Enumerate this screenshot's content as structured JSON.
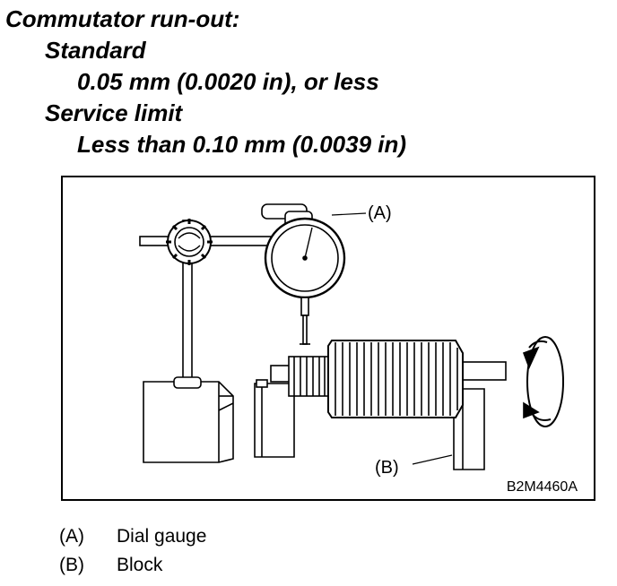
{
  "spec": {
    "heading": "Commutator run-out:",
    "standard_label": "Standard",
    "standard_value": "0.05 mm (0.0020 in), or less",
    "service_limit_label": "Service limit",
    "service_limit_value": "Less than 0.10 mm (0.0039 in)"
  },
  "figure": {
    "callout_a": "(A)",
    "callout_b": "(B)",
    "figure_code": "B2M4460A"
  },
  "legend": [
    {
      "key": "(A)",
      "label": "Dial gauge"
    },
    {
      "key": "(B)",
      "label": "Block"
    }
  ]
}
